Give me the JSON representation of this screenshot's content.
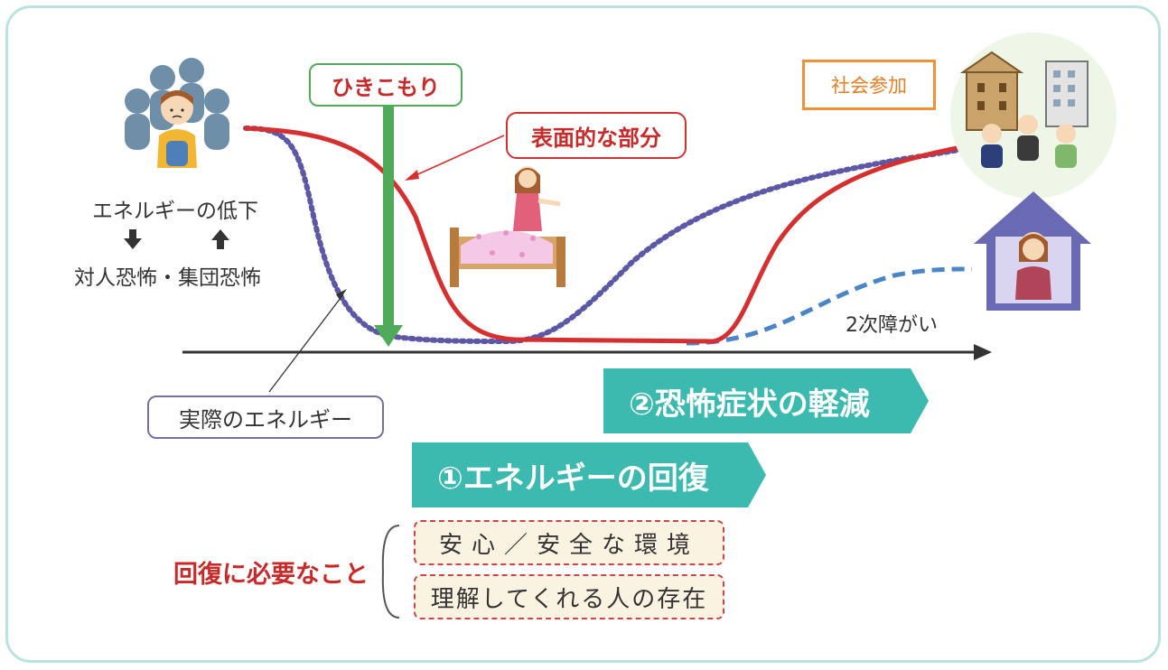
{
  "labels": {
    "hikikomori": "ひきこもり",
    "surface": "表面的な部分",
    "social": "社会参加",
    "actual_energy": "実際のエネルギー",
    "energy_decline": "エネルギーの低下",
    "down_arrow": "↓",
    "up_arrow": "↑",
    "fear": "対人恐怖・集団恐怖",
    "secondary": "2次障がい"
  },
  "stages": {
    "stage2": "②恐怖症状の軽減",
    "stage1": "①エネルギーの回復"
  },
  "needs": {
    "title": "回復に必要なこと",
    "items": [
      "安心／安全な環境",
      "理解してくれる人の存在"
    ]
  },
  "colors": {
    "frame": "#b9e3df",
    "surface_line": "#d62f2f",
    "actual_line": "#5c58a6",
    "secondary_line": "#4a86c5",
    "hikikomori_arrow": "#4faa5a",
    "band": "#3dbab0",
    "social_box": "#f0913a"
  },
  "icons": [
    "crowd-person-icon",
    "bed-person-icon",
    "buildings-people-icon",
    "house-person-icon"
  ]
}
